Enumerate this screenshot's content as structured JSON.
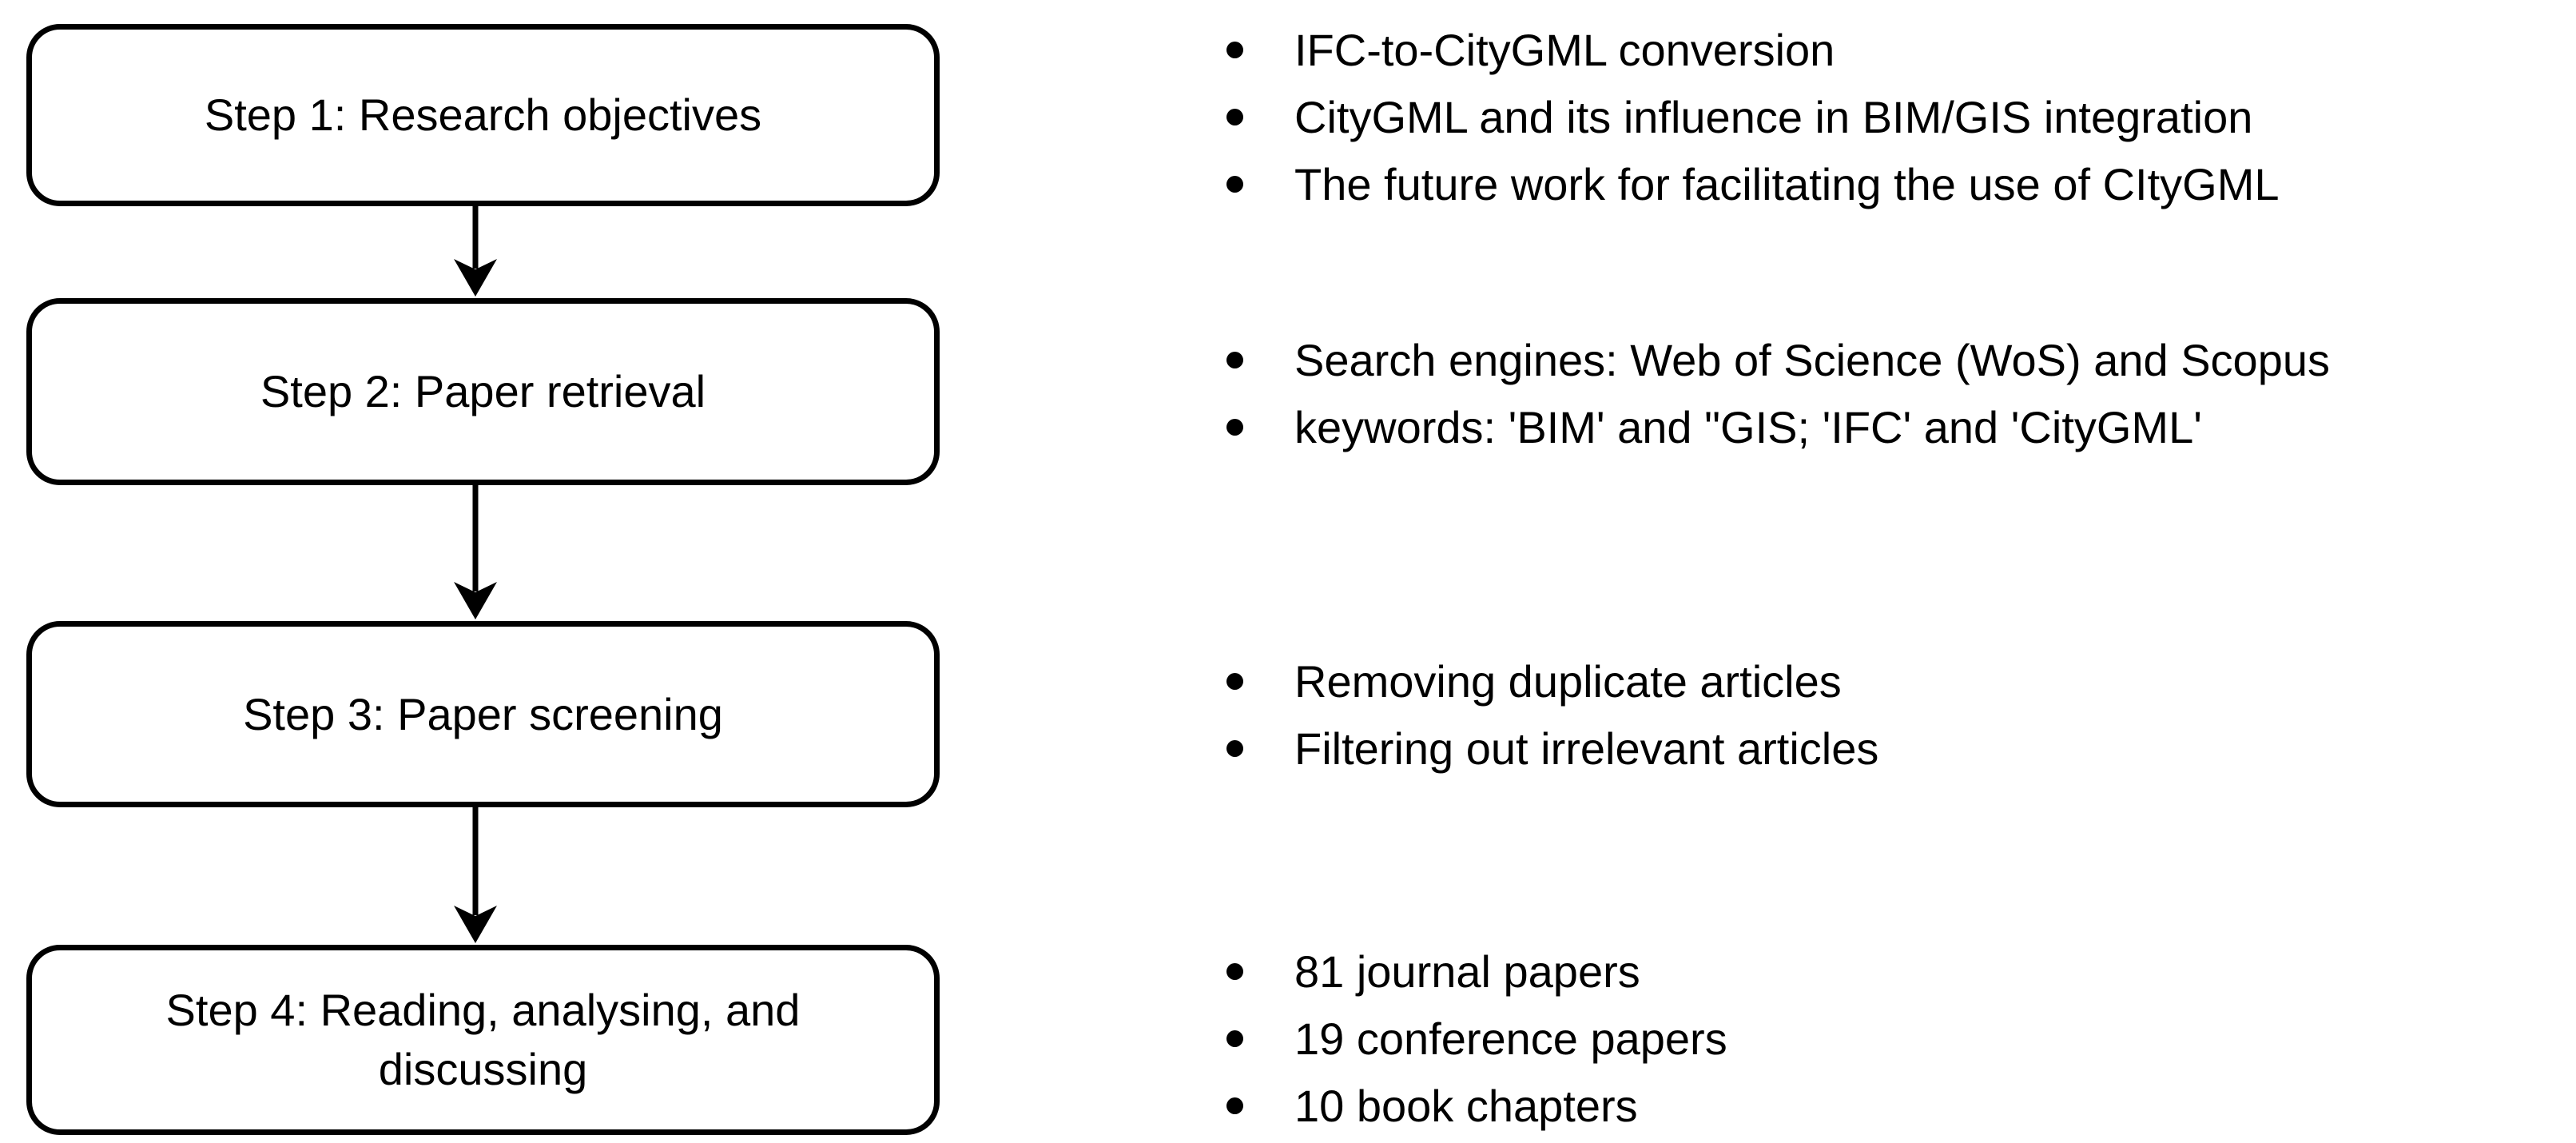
{
  "figure": {
    "background_color": "#ffffff",
    "stroke_color": "#000000",
    "text_color": "#000000",
    "steps": [
      {
        "box_label": "Step 1: Research objectives",
        "bullets": [
          "IFC-to-CityGML conversion",
          "CityGML and its influence in BIM/GIS integration",
          "The future work for facilitating the use of CItyGML"
        ]
      },
      {
        "box_label": "Step 2: Paper retrieval",
        "bullets": [
          "Search engines: Web of Science (WoS) and Scopus",
          "keywords: 'BIM' and \"GIS; 'IFC' and 'CityGML'"
        ]
      },
      {
        "box_label": "Step 3: Paper screening",
        "bullets": [
          "Removing duplicate articles",
          "Filtering out irrelevant articles"
        ]
      },
      {
        "box_label": "Step 4: Reading, analysing, and discussing",
        "bullets": [
          "81 journal papers",
          "19 conference papers",
          "10 book chapters"
        ]
      }
    ]
  }
}
